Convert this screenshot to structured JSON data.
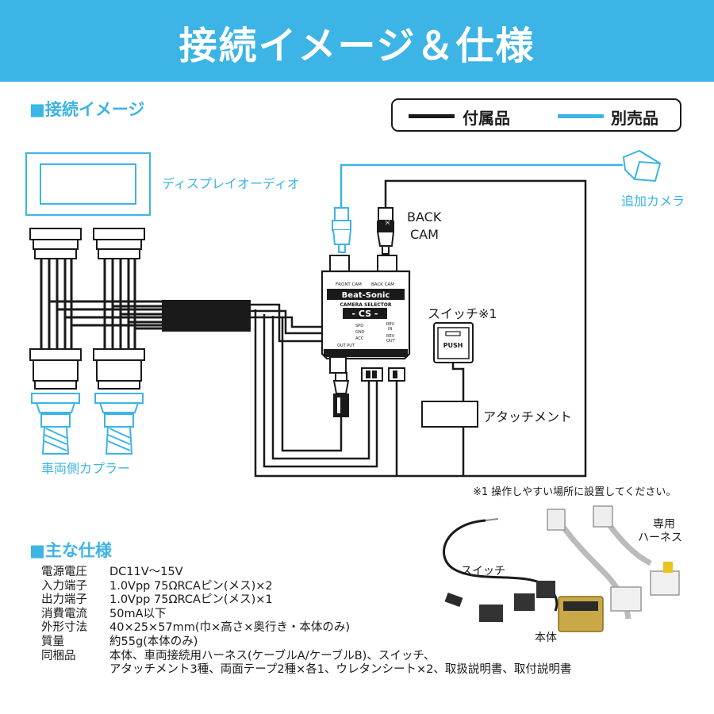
{
  "banner": {
    "title": "接続イメージ＆仕様"
  },
  "connection": {
    "section_title": "■接続イメージ",
    "legend": {
      "included": "付属品",
      "separate": "別売品",
      "colors": {
        "included": "#1a1a1a",
        "separate": "#3cb4e5"
      }
    },
    "labels": {
      "display_audio": "ディスプレイオーディオ",
      "extra_camera": "追加カメラ",
      "back_cam_1": "BACK",
      "back_cam_2": "CAM",
      "switch": "スイッチ※1",
      "attachment": "アタッチメント",
      "vehicle_coupler": "車両側カプラー",
      "note": "※1 操作しやすい場所に設置してください。"
    },
    "device": {
      "front_cam": "FRONT CAM",
      "back_cam": "BACK CAM",
      "brand": "Beat-Sonic",
      "subtitle": "CAMERA SELECTOR",
      "model": "- CS -",
      "spd": "SPD",
      "gnd": "GND",
      "acc": "ACC",
      "rev_in_1": "REV",
      "rev_in_2": "IN",
      "rev_out_1": "REV",
      "rev_out_2": "OUT",
      "output": "OUT PUT",
      "back_plug": "BACK",
      "push": "PUSH"
    }
  },
  "specs": {
    "section_title": "■主な仕様",
    "rows": [
      {
        "key": "電源電圧",
        "value": "DC11V〜15V"
      },
      {
        "key": "入力端子",
        "value": "1.0Vpp 75ΩRCAピン(メス)×2"
      },
      {
        "key": "出力端子",
        "value": "1.0Vpp 75ΩRCAピン(メス)×1"
      },
      {
        "key": "消費電流",
        "value": "50mA以下"
      },
      {
        "key": "外形寸法",
        "value": "40×25×57mm(巾×高さ×奥行き・本体のみ)"
      },
      {
        "key": "質量",
        "value": "約55g(本体のみ)"
      },
      {
        "key": "同梱品",
        "value": "本体、車両接続用ハーネス(ケーブルA/ケーブルB)、スイッチ、"
      },
      {
        "key": "",
        "value": "アタッチメント3種、両面テープ2種×各1、ウレタンシート×2、取扱説明書、取付説明書"
      }
    ]
  },
  "photo": {
    "switch": "スイッチ",
    "harness_1": "専用",
    "harness_2": "ハーネス",
    "body": "本体"
  }
}
